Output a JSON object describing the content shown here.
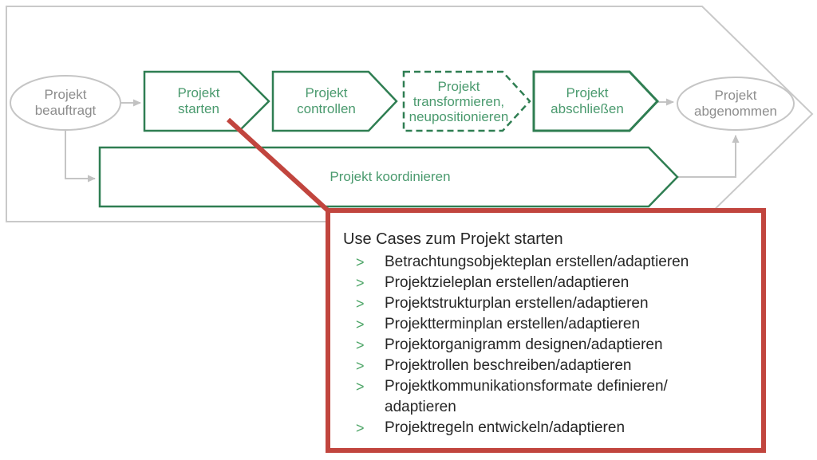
{
  "colors": {
    "green_border": "#2f7e52",
    "green_text": "#4a9a6e",
    "gray_line": "#c5c5c5",
    "gray_text": "#8d8d8d",
    "red_accent": "#c1453e",
    "panel_text": "#262626",
    "bullet_green": "#4da567"
  },
  "diagram": {
    "start_event": {
      "lines": [
        "Projekt",
        "beauftragt"
      ]
    },
    "end_event": {
      "lines": [
        "Projekt",
        "abgenommen"
      ]
    },
    "steps": [
      {
        "id": "starten",
        "lines": [
          "Projekt",
          "starten"
        ],
        "style": "solid"
      },
      {
        "id": "controllen",
        "lines": [
          "Projekt",
          "controllen"
        ],
        "style": "solid"
      },
      {
        "id": "transformieren",
        "lines": [
          "Projekt",
          "transformieren,",
          "neupositionieren"
        ],
        "style": "dashed"
      },
      {
        "id": "abschliessen",
        "lines": [
          "Projekt",
          "abschließen"
        ],
        "style": "solid"
      }
    ],
    "coordinate_step": {
      "label": "Projekt koordinieren"
    }
  },
  "usecase_panel": {
    "title": "Use Cases zum Projekt starten",
    "bullet": ">",
    "items": [
      {
        "lines": [
          "Betrachtungsobjekteplan erstellen/adaptieren"
        ]
      },
      {
        "lines": [
          "Projektzieleplan erstellen/adaptieren"
        ]
      },
      {
        "lines": [
          "Projektstrukturplan erstellen/adaptieren"
        ]
      },
      {
        "lines": [
          "Projektterminplan erstellen/adaptieren"
        ]
      },
      {
        "lines": [
          "Projektorganigramm designen/adaptieren"
        ]
      },
      {
        "lines": [
          "Projektrollen beschreiben/adaptieren"
        ]
      },
      {
        "lines": [
          "Projektkommunikationsformate definieren/",
          "adaptieren"
        ]
      },
      {
        "lines": [
          "Projektregeln entwickeln/adaptieren"
        ]
      }
    ]
  }
}
